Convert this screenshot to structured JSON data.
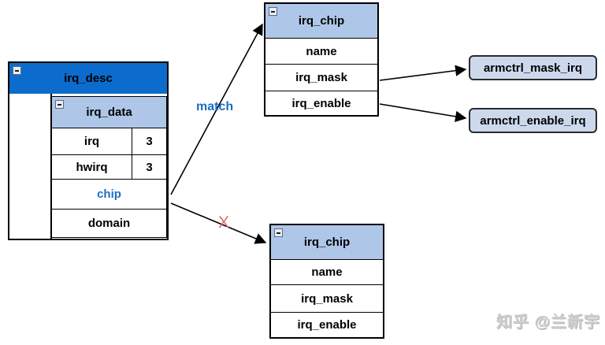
{
  "colors": {
    "header_dark_blue": "#0c6cce",
    "header_light_blue": "#aec6e8",
    "function_box_fill": "#ccd9ed",
    "link_text_blue": "#1a6fc0",
    "mismatch_red": "#e06b6b",
    "line_black": "#000000"
  },
  "irq_desc": {
    "title": "irq_desc"
  },
  "irq_data": {
    "title": "irq_data",
    "rows": [
      {
        "field": "irq",
        "value": "3"
      },
      {
        "field": "hwirq",
        "value": "3"
      },
      {
        "field": "chip",
        "value": ""
      },
      {
        "field": "domain",
        "value": ""
      }
    ]
  },
  "irq_chip_top": {
    "title": "irq_chip",
    "rows": [
      {
        "field": "name"
      },
      {
        "field": "irq_mask"
      },
      {
        "field": "irq_enable"
      }
    ]
  },
  "irq_chip_bottom": {
    "title": "irq_chip",
    "rows": [
      {
        "field": "name"
      },
      {
        "field": "irq_mask"
      },
      {
        "field": "irq_enable"
      }
    ]
  },
  "functions": [
    {
      "label": "armctrl_mask_irq"
    },
    {
      "label": "armctrl_enable_irq"
    }
  ],
  "labels": {
    "match": "match",
    "mismatch_x": "X"
  },
  "edges": [
    {
      "from": "irq_data.chip",
      "to": "irq_chip_top",
      "label": "match"
    },
    {
      "from": "irq_data.chip",
      "to": "irq_chip_bottom",
      "label": "X"
    },
    {
      "from": "irq_chip_top.irq_mask",
      "to": "armctrl_mask_irq",
      "label": ""
    },
    {
      "from": "irq_chip_top.irq_enable",
      "to": "armctrl_enable_irq",
      "label": ""
    }
  ],
  "watermark": {
    "text": "知乎 @兰新宇"
  }
}
